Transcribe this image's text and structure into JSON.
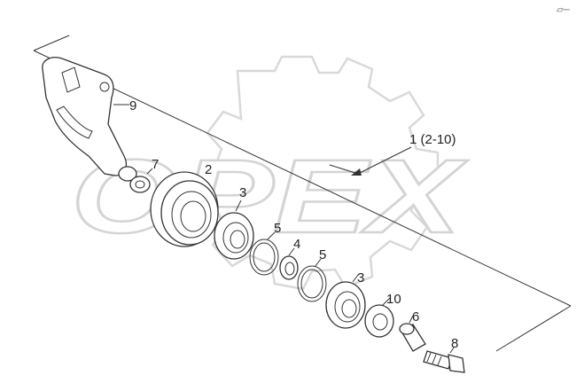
{
  "watermark": {
    "text": "OPEX"
  },
  "corner_mark": "▱─",
  "callouts": [
    {
      "id": "9",
      "text": "9"
    },
    {
      "id": "7",
      "text": "7"
    },
    {
      "id": "2",
      "text": "2"
    },
    {
      "id": "3a",
      "text": "3"
    },
    {
      "id": "5a",
      "text": "5"
    },
    {
      "id": "4",
      "text": "4"
    },
    {
      "id": "5b",
      "text": "5"
    },
    {
      "id": "3b",
      "text": "3"
    },
    {
      "id": "10",
      "text": "10"
    },
    {
      "id": "6",
      "text": "6"
    },
    {
      "id": "8",
      "text": "8"
    },
    {
      "id": "assembly",
      "text": "1 (2-10)"
    }
  ]
}
